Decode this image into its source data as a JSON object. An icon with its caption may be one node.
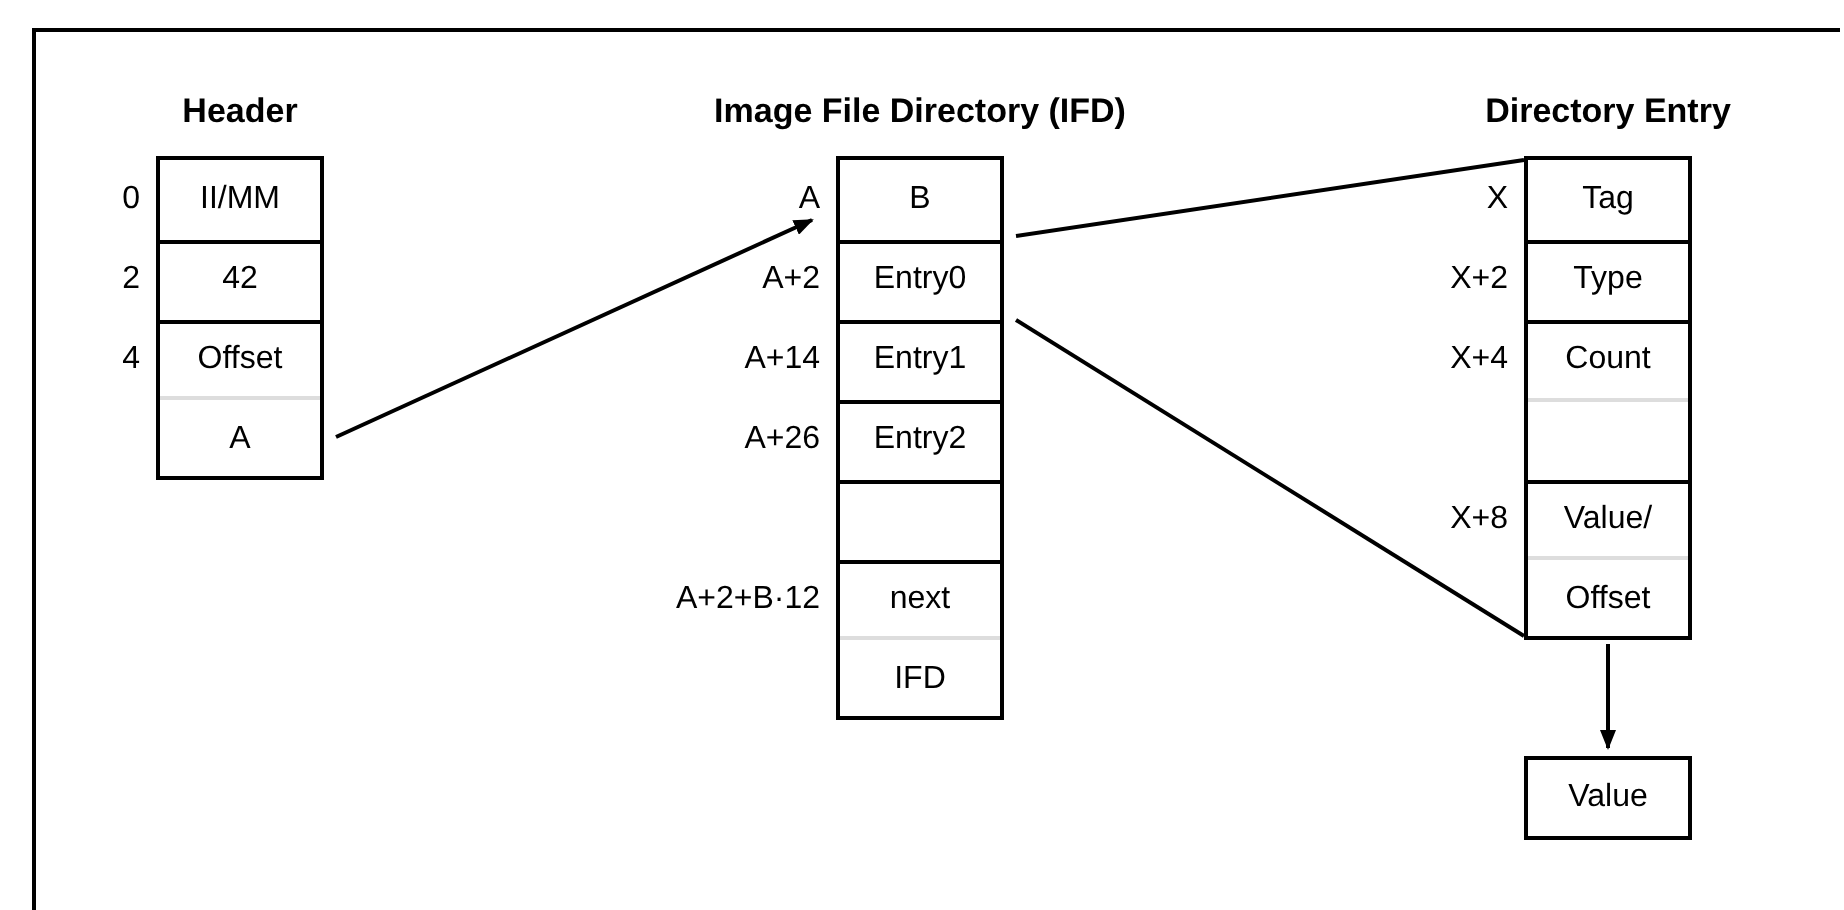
{
  "diagram": {
    "nodes": [
      {
        "text": [
          "Header"
        ]
      },
      {
        "text": [
          "II/MM"
        ],
        "in": 0,
        "beside": [
          "0"
        ]
      },
      {
        "text": [
          "42"
        ],
        "in": 0,
        "beside": [
          "2"
        ]
      },
      {
        "text": [
          "Offset",
          "A"
        ],
        "in": 0,
        "beside": [
          "4"
        ]
      },
      {
        "text": [
          "Image File Directory (IFD)"
        ]
      },
      {
        "text": [
          "B"
        ],
        "in": 4,
        "beside": [
          "A"
        ]
      },
      {
        "text": [
          "Entry0"
        ],
        "in": 4,
        "beside": [
          "A+2"
        ]
      },
      {
        "text": [
          "Entry1"
        ],
        "in": 4,
        "beside": [
          "A+14"
        ]
      },
      {
        "text": [
          "Entry2"
        ],
        "in": 4,
        "beside": [
          "A+26"
        ]
      },
      {
        "text": [],
        "shape": "box",
        "in": 4
      },
      {
        "text": [
          "next IFD"
        ],
        "in": 4,
        "beside": [
          "A+2+B·12"
        ]
      },
      {
        "text": [
          "Directory Entry"
        ]
      },
      {
        "text": [
          "Tag"
        ],
        "in": 11,
        "beside": [
          "X"
        ]
      },
      {
        "text": [
          "Type"
        ],
        "in": 11,
        "beside": [
          "X+2"
        ]
      },
      {
        "text": [
          "Count"
        ],
        "in": 11,
        "beside": [
          "X+4"
        ]
      },
      {
        "text": [
          "Value/ Offset"
        ],
        "in": 11,
        "beside": [
          "X+8"
        ]
      },
      {
        "text": [
          "Value"
        ]
      }
    ],
    "edges": [
      {
        "from": 3,
        "to": 5,
        "arrow": "to"
      },
      {
        "from": 6,
        "to": 12,
        "arrow": "none"
      },
      {
        "from": 6,
        "to": 15,
        "arrow": "none"
      },
      {
        "from": 15,
        "to": 16,
        "arrow": "to"
      }
    ]
  }
}
